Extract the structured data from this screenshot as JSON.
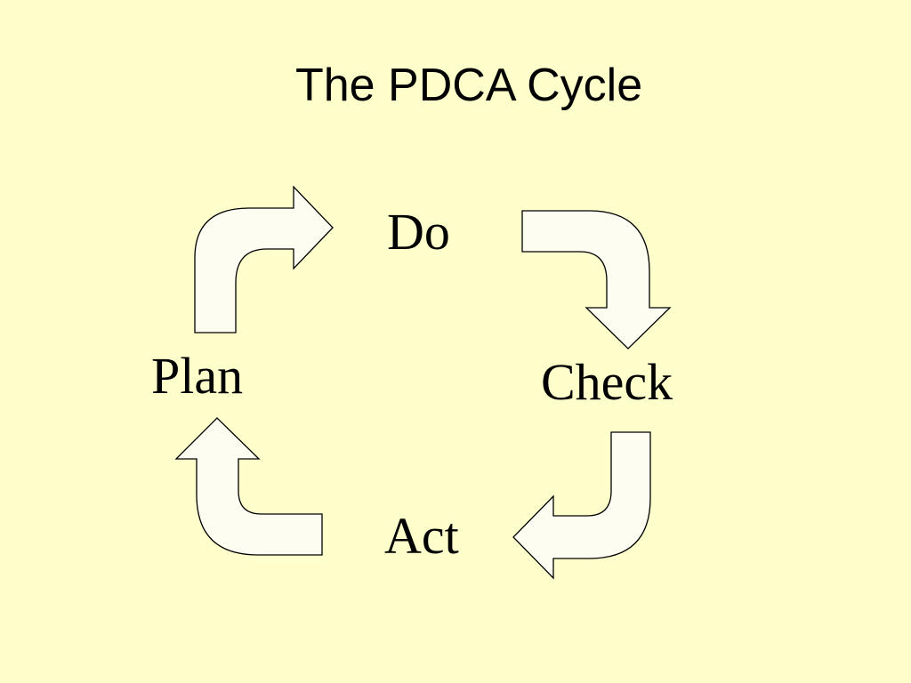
{
  "title": "The PDCA Cycle",
  "steps": {
    "do": "Do",
    "plan": "Plan",
    "check": "Check",
    "act": "Act"
  },
  "colors": {
    "background": "#FFFFCC",
    "arrow_fill": "#FDFDF2",
    "stroke": "#000000"
  }
}
